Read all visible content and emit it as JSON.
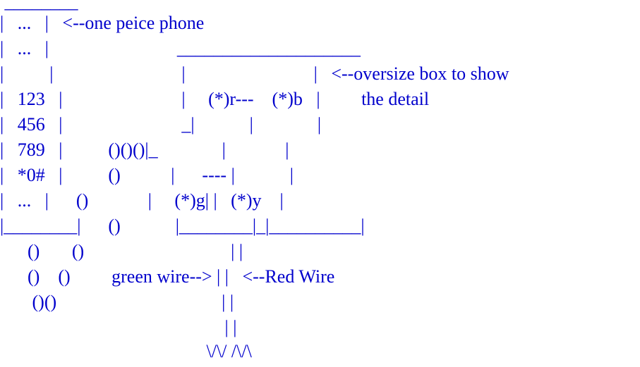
{
  "diagram": {
    "text_color": "#0000cc",
    "background_color": "#ffffff",
    "lines": [
      " ________",
      "|   ...   |   <--one peice phone",
      "|   ...   |                            ____________________",
      "|          |                            |                            |   <--oversize box to show",
      "|   123   |                          |     (*)r---    (*)b   |         the detail",
      "|   456   |                          _|            |              |",
      "|   789   |          ()()()|_              |             |",
      "|   *0#   |          ()           |      ---- |            |",
      "|   ...   |      ()             |     (*)g| |   (*)y    |",
      "|________|      ()            |________|_|__________|",
      "      ()       ()                                | |",
      "      ()    ()         green wire--> | |   <--Red Wire",
      "       ()()                                    | |",
      "                                                 | |",
      "                                             \\/\\/ /\\/\\"
    ]
  }
}
